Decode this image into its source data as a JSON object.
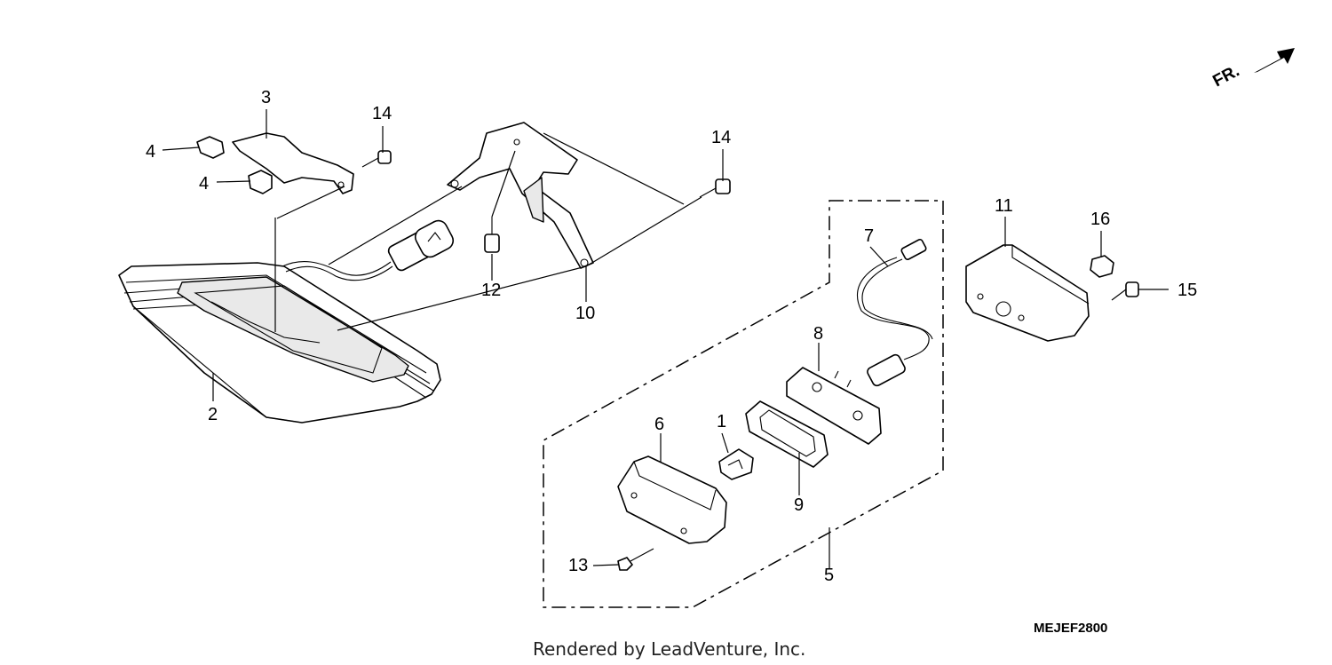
{
  "callouts": {
    "c1": "1",
    "c2": "2",
    "c3": "3",
    "c4a": "4",
    "c4b": "4",
    "c5": "5",
    "c6": "6",
    "c7": "7",
    "c8": "8",
    "c9": "9",
    "c10": "10",
    "c11": "11",
    "c12": "12",
    "c13": "13",
    "c14a": "14",
    "c14b": "14",
    "c15": "15",
    "c16": "16"
  },
  "direction_label": "FR.",
  "diagram_code": "MEJEF2800",
  "footer_text": "Rendered by LeadVenture, Inc."
}
